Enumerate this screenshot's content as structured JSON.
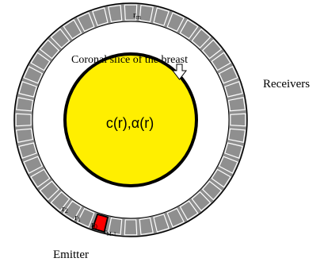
{
  "diagram": {
    "labels": {
      "coronal_slice": "Coronal slice of the breast",
      "receivers": "Receivers",
      "emitter": "Emitter",
      "breast_properties": "c(r),α(r)"
    },
    "ring_labels": {
      "r_m": "r",
      "r_m_sub": "m",
      "r_2": "r",
      "r_2_sub": "2",
      "r_1": "r",
      "r_1_sub": "1",
      "r_0": "r",
      "r_0_sub": "0",
      "r_M1": "r",
      "r_M1_sub": "M-1"
    },
    "colors": {
      "ring_fill": "#ffffff",
      "tile_fill": "#8f8f8f",
      "tile_stroke": "#ffffff",
      "outline": "#000000",
      "breast_fill": "#ffef00",
      "emitter_fill": "#ff0000",
      "arrow_fill": "#ffffff"
    },
    "icons": {
      "arrow": "down-arrow-icon"
    }
  }
}
